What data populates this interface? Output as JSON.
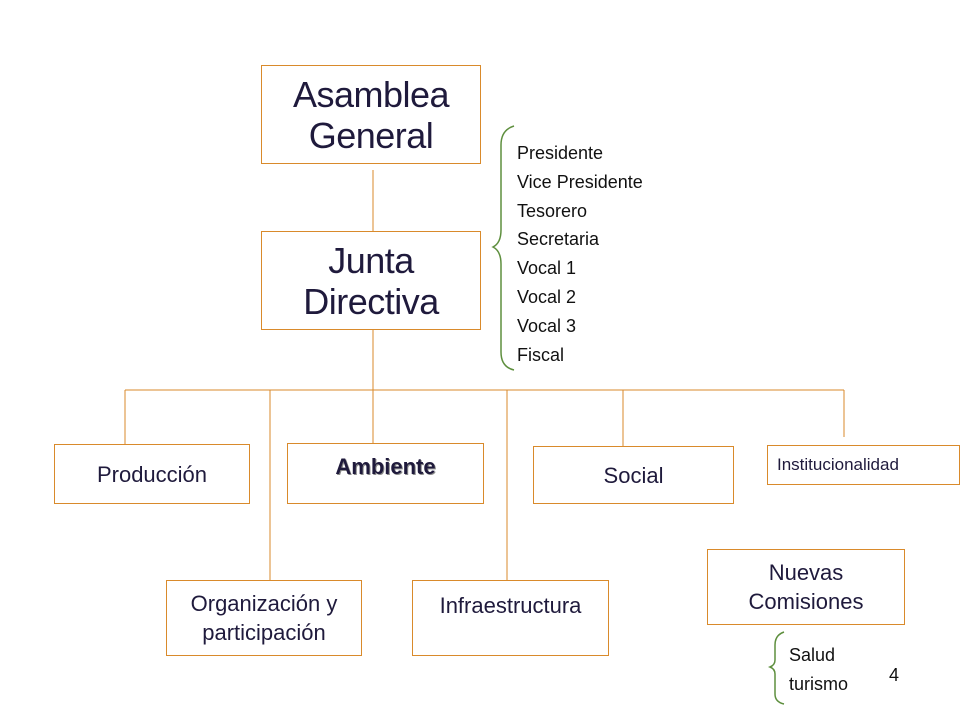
{
  "nodes": {
    "asamblea": "Asamblea\nGeneral",
    "junta": "Junta\nDirectiva",
    "produccion": "Producción",
    "ambiente": "Ambiente",
    "social": "Social",
    "institucionalidad": "Institucionalidad",
    "organizacion": "Organización y\nparticipación",
    "infraestructura": "Infraestructura",
    "nuevas": "Nuevas\nComisiones"
  },
  "junta_roles": [
    "Presidente",
    "Vice Presidente",
    "Tesorero",
    "Secretaria",
    "Vocal 1",
    "Vocal 2",
    "Vocal 3",
    "Fiscal"
  ],
  "nuevas_items": [
    "Salud",
    "turismo"
  ],
  "page_number": "4",
  "colors": {
    "box_border": "#d98a2b",
    "connector": "#d98a2b",
    "brace": "#5e8f3e",
    "text": "#1f1a3c"
  }
}
